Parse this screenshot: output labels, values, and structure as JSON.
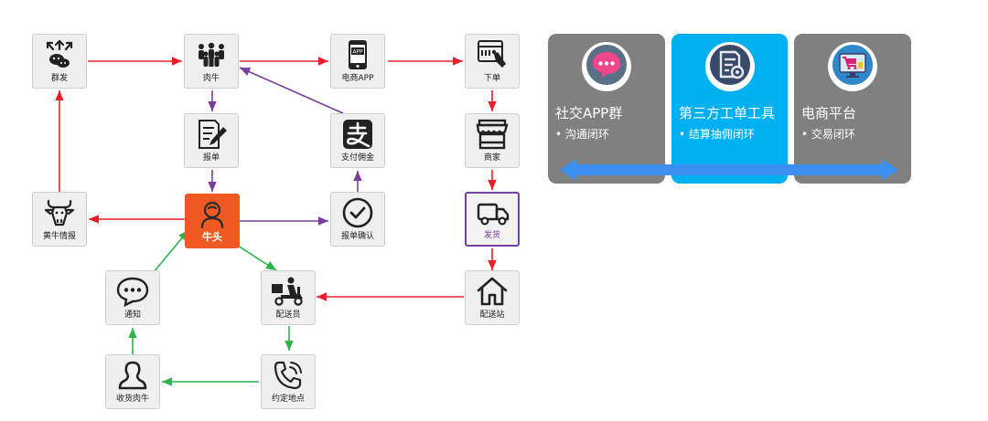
{
  "colors": {
    "red": "#e8202a",
    "purple": "#7b3fa0",
    "green": "#2db34a",
    "accent": "#ef5a23",
    "panel_gray": "#808080",
    "panel_blue": "#00b0f0",
    "band_blue": "#3b8ff0"
  },
  "nodes": {
    "qunfa": {
      "label": "群发",
      "icon": "broadcast-wechat-icon"
    },
    "rouniu": {
      "label": "肉牛",
      "icon": "crowd-icon"
    },
    "dianshang_app": {
      "label": "电商APP",
      "icon": "mobile-app-icon"
    },
    "xiadan": {
      "label": "下单",
      "icon": "register-order-icon"
    },
    "baodan": {
      "label": "报单",
      "icon": "form-edit-icon"
    },
    "zhifu_yongjin": {
      "label": "支付佣金",
      "icon": "alipay-icon"
    },
    "shangjia": {
      "label": "商家",
      "icon": "storefront-icon"
    },
    "huangniu_qingbao": {
      "label": "黄牛情报",
      "icon": "bull-head-icon"
    },
    "niutou": {
      "label": "牛头",
      "icon": "person-icon"
    },
    "baodan_queren": {
      "label": "报单确认",
      "icon": "check-circle-icon"
    },
    "fahuo": {
      "label": "发货",
      "icon": "truck-icon"
    },
    "tongzhi": {
      "label": "通知",
      "icon": "chat-bubble-icon"
    },
    "peisongyuan": {
      "label": "配送员",
      "icon": "delivery-scooter-icon"
    },
    "peisongzhan": {
      "label": "配送站",
      "icon": "home-icon"
    },
    "shouhuo_rouniu": {
      "label": "收货肉牛",
      "icon": "user-outline-icon"
    },
    "yueding_didian": {
      "label": "约定地点",
      "icon": "phone-call-icon"
    }
  },
  "panels": [
    {
      "title": "社交APP群",
      "subtitle": "• 沟通闭环",
      "color": "#808080",
      "icon": "chat-bubble-icon"
    },
    {
      "title": "第三方工单工具",
      "subtitle": "• 结算抽佣闭环",
      "color": "#00b0f0",
      "icon": "document-gear-icon"
    },
    {
      "title": "电商平台",
      "subtitle": "• 交易闭环",
      "color": "#808080",
      "icon": "shopping-cart-icon"
    }
  ],
  "band": {
    "color": "#3b8ff0",
    "icon": "double-arrow-icon"
  }
}
